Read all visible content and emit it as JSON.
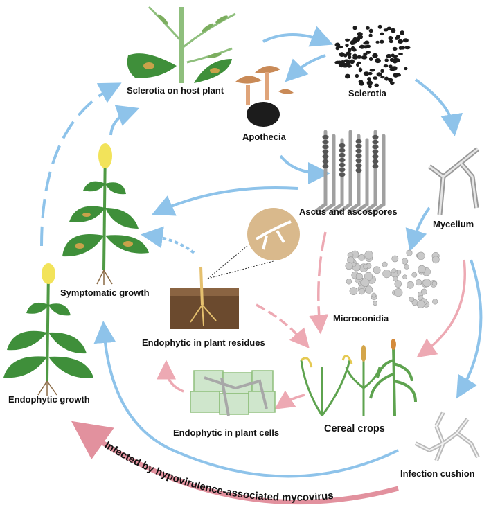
{
  "labels": {
    "sclerotia_on_host": "Sclerotia on host plant",
    "sclerotia": "Sclerotia",
    "apothecia": "Apothecia",
    "ascus": "Ascus and ascospores",
    "mycelium": "Mycelium",
    "microconidia": "Microconidia",
    "symptomatic": "Symptomatic growth",
    "endophytic_residues": "Endophytic in plant residues",
    "endophytic_growth": "Endophytic growth",
    "endophytic_cells": "Endophytic in plant cells",
    "cereal_crops": "Cereal crops",
    "infection_cushion": "Infection cushion",
    "hypovirulence": "Infected by hypovirulence-associated mycovirus"
  },
  "colors": {
    "blue_arrow": "#8ec3ea",
    "pink_arrow": "#eda9b3",
    "red_arrow": "#e2919e",
    "leaf_green": "#3f8f3a",
    "lesion": "#c9a24a",
    "sclerotia_black": "#1c1c1c",
    "apothecia_tan": "#c98a57",
    "soil": "#6b4a2e",
    "cell_green": "#cfe6cc",
    "gray_fungus": "#b9b9b9",
    "flower_yellow": "#f2e35a"
  }
}
